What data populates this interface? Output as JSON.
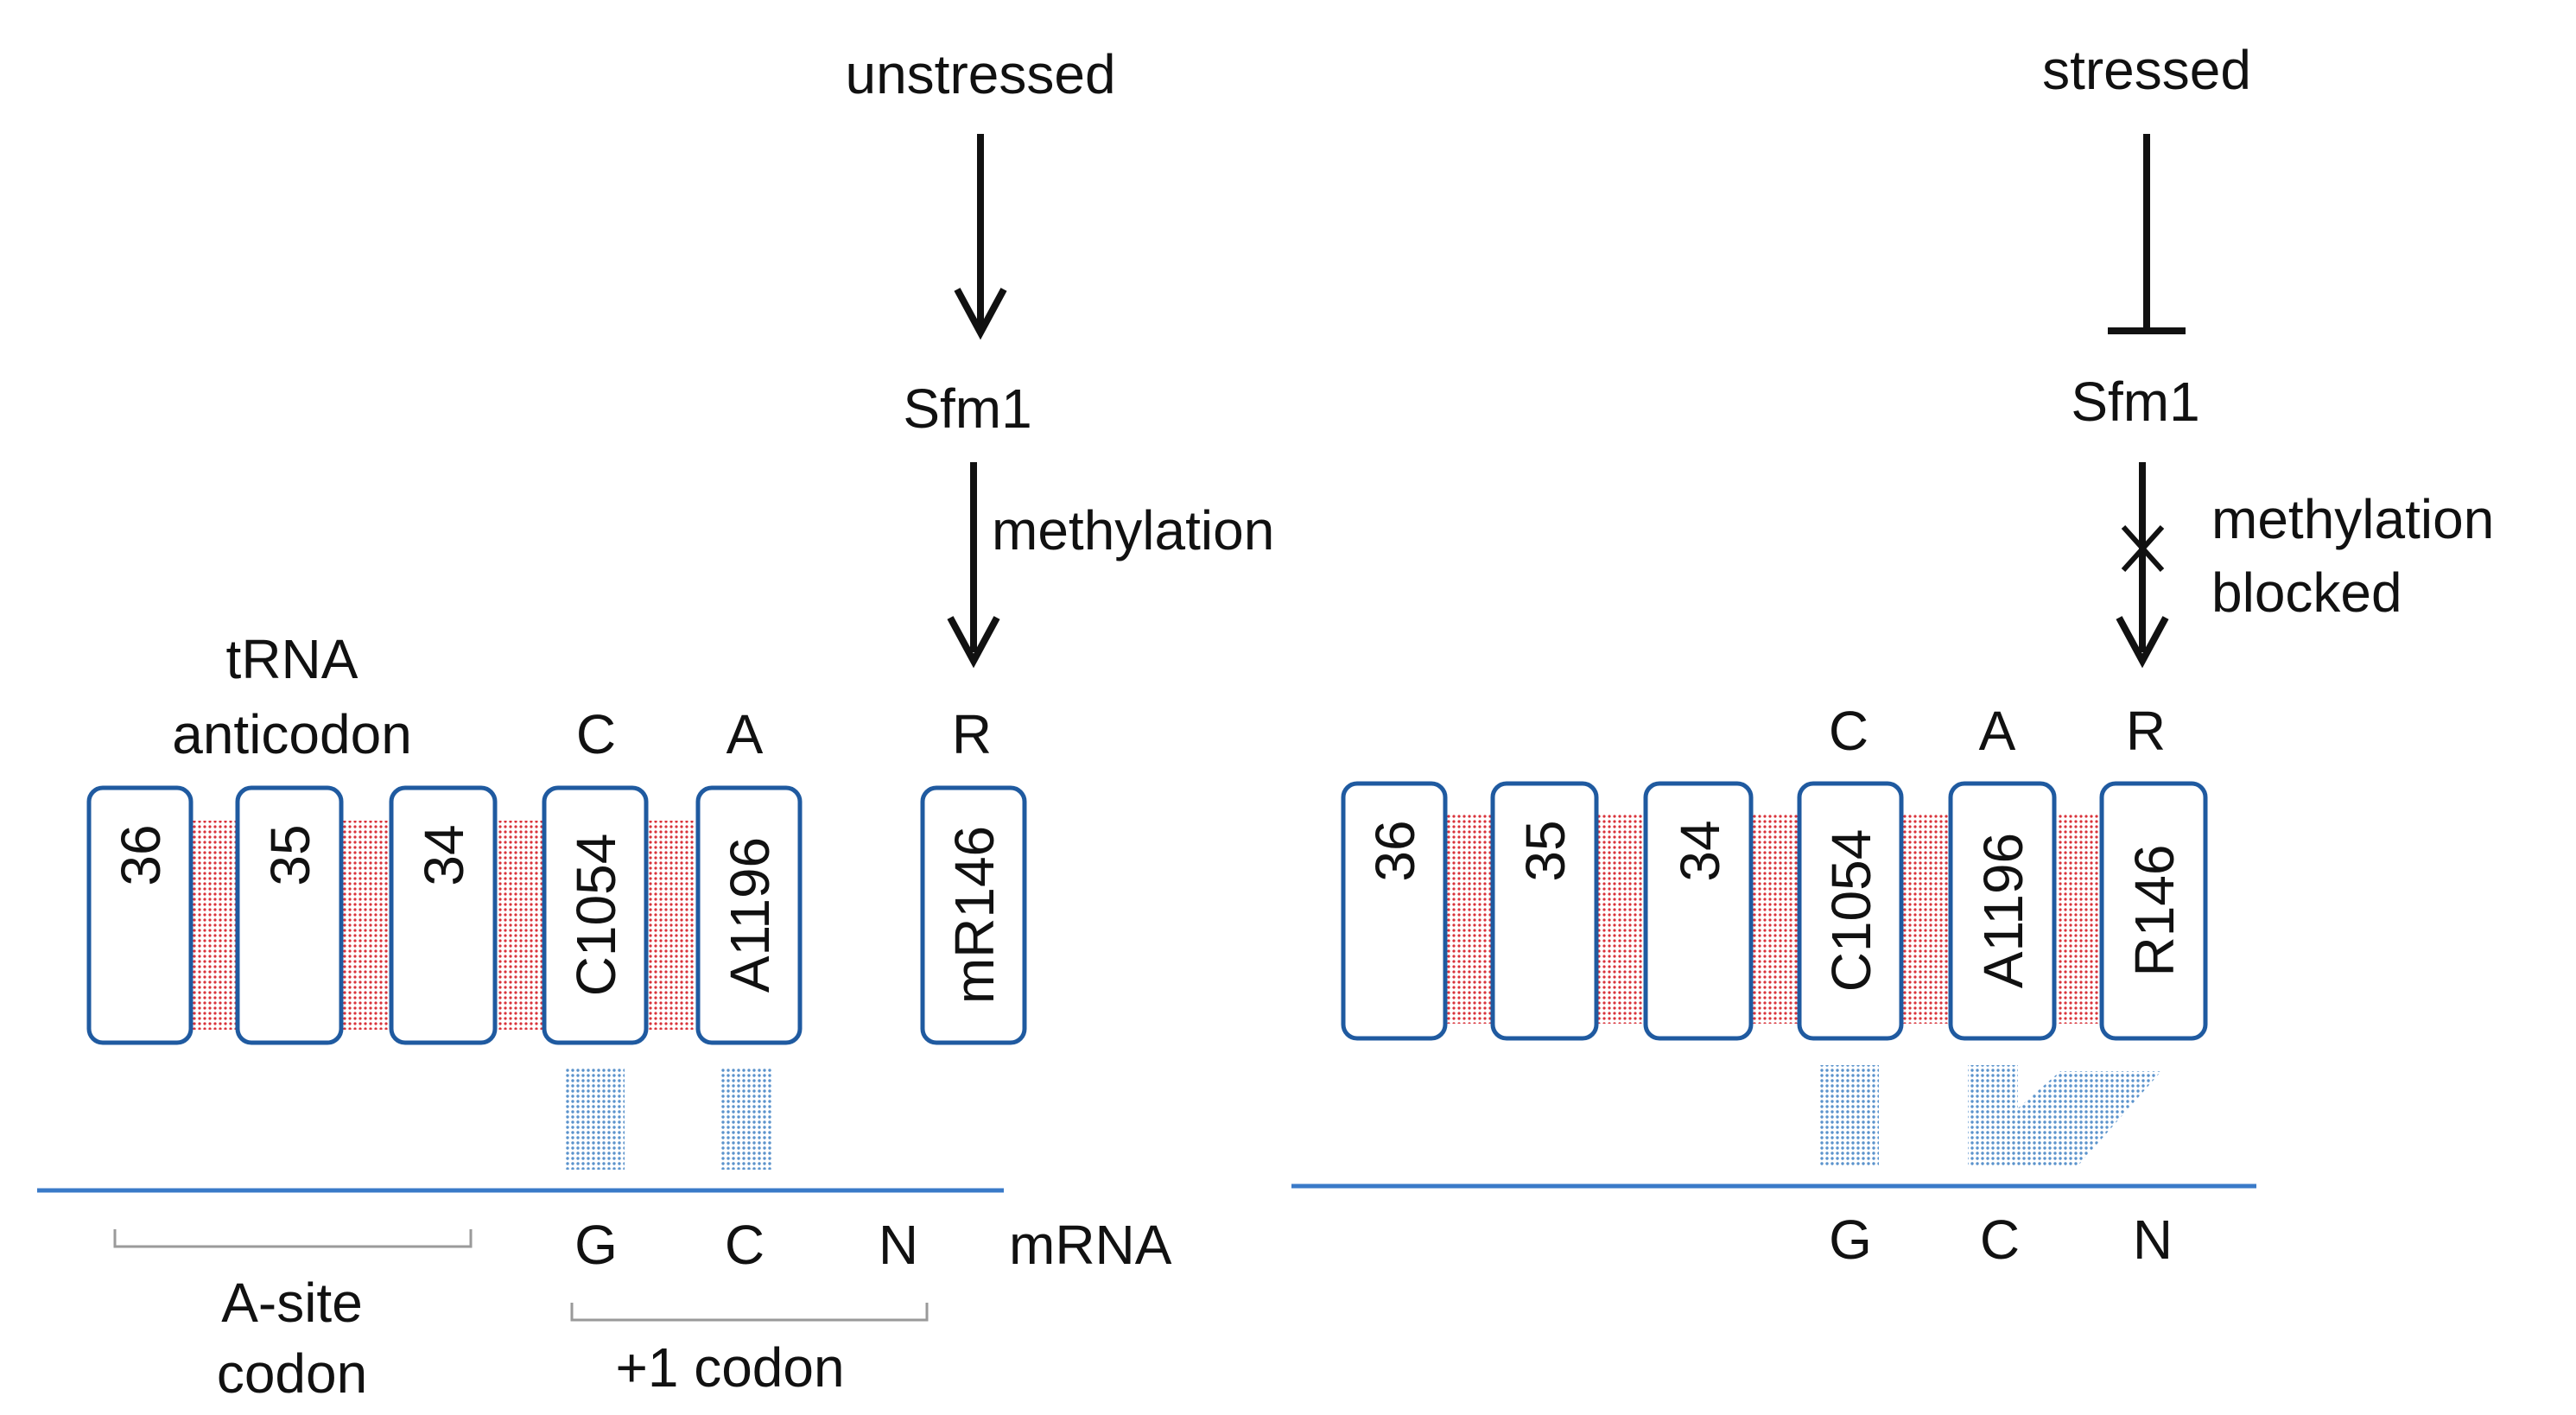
{
  "colors": {
    "box_stroke": "#1f5aa0",
    "red_contact": "#d9323a",
    "blue_contact": "#5b93cc",
    "mrna_line": "#3a7ac8",
    "bracket": "#9a9a9a",
    "arrow": "#111111"
  },
  "left_panel": {
    "condition": "unstressed",
    "enzyme": "Sfm1",
    "process": "methylation",
    "trna_label": [
      "tRNA",
      "anticodon"
    ],
    "top_letters": [
      "C",
      "A",
      "R"
    ],
    "boxes": [
      "36",
      "35",
      "34",
      "C1054",
      "A1196",
      "mR146"
    ],
    "mrna_letters": [
      "G",
      "C",
      "N"
    ],
    "mrna_label": "mRNA",
    "asite_label": [
      "A-site",
      "codon"
    ],
    "plus1_label": "+1 codon"
  },
  "right_panel": {
    "condition": "stressed",
    "enzyme": "Sfm1",
    "process": [
      "methylation",
      "blocked"
    ],
    "top_letters": [
      "C",
      "A",
      "R"
    ],
    "boxes": [
      "36",
      "35",
      "34",
      "C1054",
      "A1196",
      "R146"
    ],
    "mrna_letters": [
      "G",
      "C",
      "N"
    ]
  }
}
